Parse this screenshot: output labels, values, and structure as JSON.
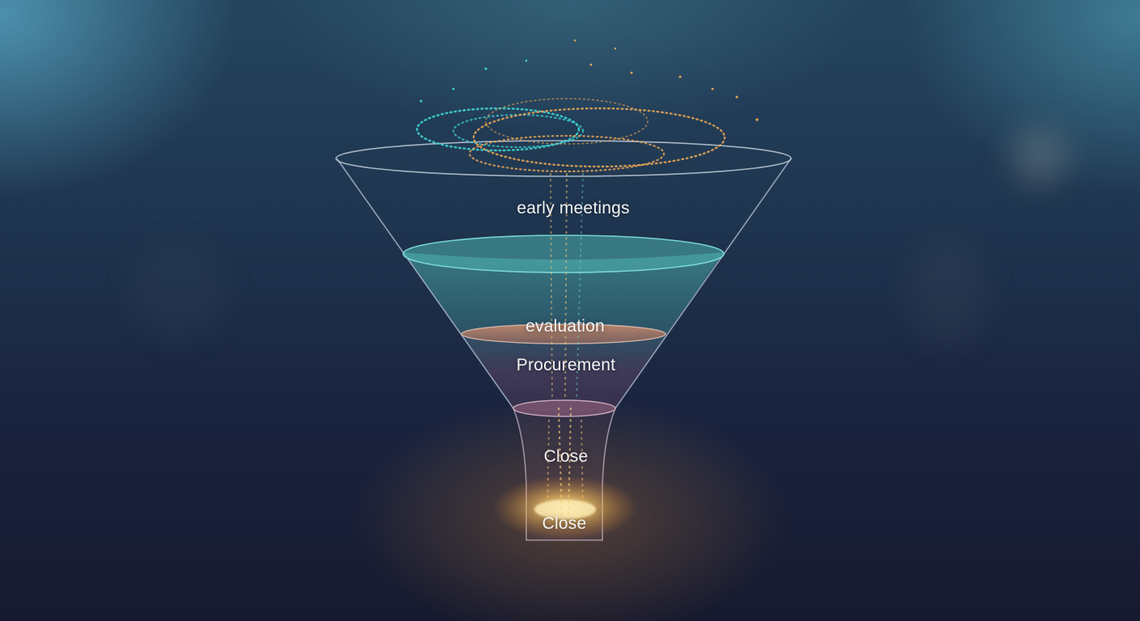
{
  "diagram": {
    "type": "funnel",
    "stages": [
      {
        "label": "early meetings"
      },
      {
        "label": "evaluation"
      },
      {
        "label": "Procurement"
      },
      {
        "label": "Close"
      },
      {
        "label": "Close"
      }
    ]
  },
  "colors": {
    "background_top": "#24445d",
    "background_bottom": "#171a2e",
    "particle_teal": "#3fd6d6",
    "particle_gold": "#f0a855",
    "funnel_outline": "#b8c4d6",
    "teal_band": "#4fb3b0",
    "copper_band": "#c78a6a",
    "mauve_band": "#8a6a86",
    "glow": "#ffd27a",
    "label_text": "#f3f3f3"
  }
}
